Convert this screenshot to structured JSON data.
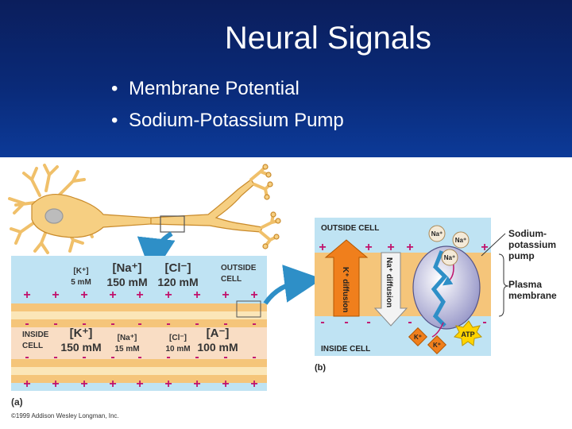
{
  "slide": {
    "title": "Neural Signals",
    "bullets": [
      "Membrane Potential",
      "Sodium-Potassium Pump"
    ]
  },
  "colors": {
    "header_top": "#0b1e5c",
    "header_bottom": "#0c3a98",
    "outside_fluid": "#bfe3f3",
    "membrane": "#f5c57a",
    "inside_fluid": "#f9ddc4",
    "neuron": "#f6cf82",
    "charge": "#c0126c",
    "arrow": "#2e8fc7"
  },
  "panel_a": {
    "label": "(a)",
    "outside": {
      "k_ion": "[K⁺]",
      "k_conc": "5 mM",
      "na_ion": "[Na⁺]",
      "na_conc": "150 mM",
      "cl_ion": "[Cl⁻]",
      "cl_conc": "120 mM",
      "label_line1": "OUTSIDE",
      "label_line2": "CELL"
    },
    "inside": {
      "label_line1": "INSIDE",
      "label_line2": "CELL",
      "k_ion": "[K⁺]",
      "k_conc": "150 mM",
      "na_ion": "[Na⁺]",
      "na_conc": "15 mM",
      "cl_ion": "[Cl⁻]",
      "cl_conc": "10 mM",
      "a_ion": "[A⁻]",
      "a_conc": "100 mM"
    },
    "plus": "+",
    "minus": "-"
  },
  "panel_b": {
    "label": "(b)",
    "outside_label": "OUTSIDE CELL",
    "inside_label": "INSIDE CELL",
    "k_diffusion": "K⁺ diffusion",
    "na_diffusion": "Na⁺ diffusion",
    "na_ion": "Na⁺",
    "k_ion": "K⁺",
    "atp": "ATP",
    "pump_label": [
      "Sodium-",
      "potassium",
      "pump"
    ],
    "membrane_label": [
      "Plasma",
      "membrane"
    ]
  },
  "copyright": "©1999 Addison Wesley Longman, Inc."
}
